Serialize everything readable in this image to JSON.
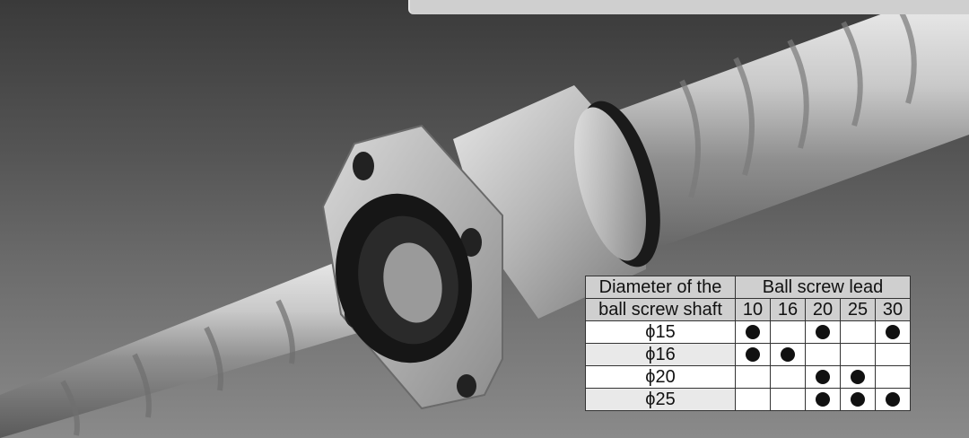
{
  "spec_table": {
    "header_col_line1": "Diameter of the",
    "header_col_line2": "ball screw shaft",
    "lead_header": "Ball screw lead",
    "leads": [
      "10",
      "16",
      "20",
      "25",
      "30"
    ],
    "rows": [
      {
        "shaft": "ϕ15",
        "marks": [
          true,
          false,
          true,
          false,
          true
        ]
      },
      {
        "shaft": "ϕ16",
        "marks": [
          true,
          true,
          false,
          false,
          false
        ]
      },
      {
        "shaft": "ϕ20",
        "marks": [
          false,
          false,
          true,
          true,
          false
        ]
      },
      {
        "shaft": "ϕ25",
        "marks": [
          false,
          false,
          true,
          true,
          true
        ]
      }
    ],
    "mark_glyph": "●"
  }
}
